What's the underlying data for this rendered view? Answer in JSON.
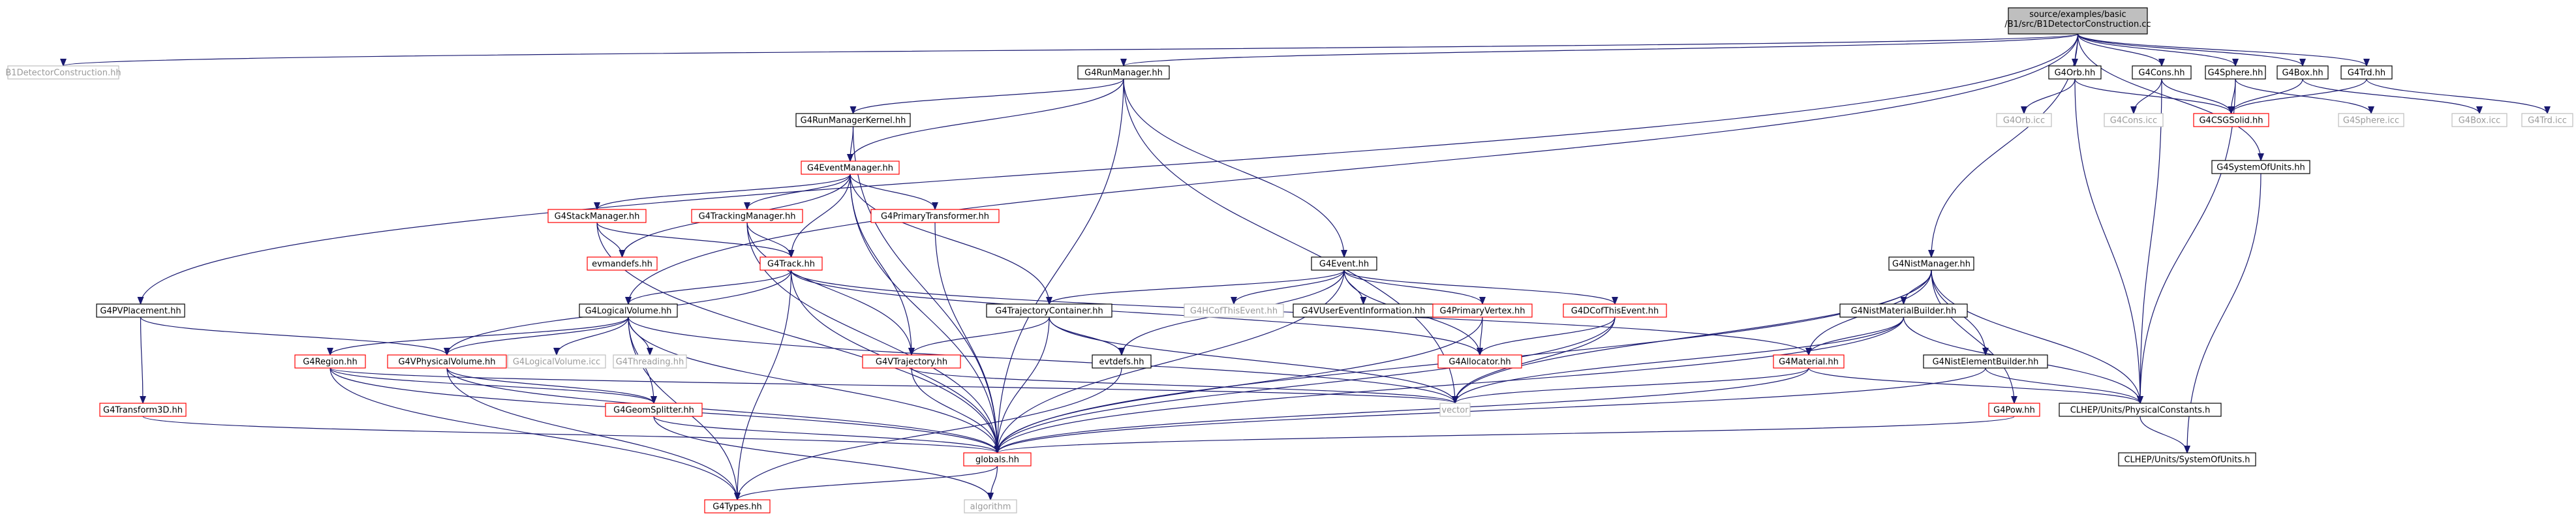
{
  "diagram": {
    "nodes": [
      {
        "id": "root",
        "label1": "source/examples/basic",
        "label2": "/B1/src/B1DetectorConstruction.cc",
        "kind": "root"
      },
      {
        "id": "b1dc",
        "label1": "B1DetectorConstruction.hh",
        "kind": "plain"
      },
      {
        "id": "runmgr",
        "label1": "G4RunManager.hh",
        "kind": "doc"
      },
      {
        "id": "orb",
        "label1": "G4Orb.hh",
        "kind": "doc"
      },
      {
        "id": "cons",
        "label1": "G4Cons.hh",
        "kind": "doc"
      },
      {
        "id": "sphere",
        "label1": "G4Sphere.hh",
        "kind": "doc"
      },
      {
        "id": "box",
        "label1": "G4Box.hh",
        "kind": "doc"
      },
      {
        "id": "trd",
        "label1": "G4Trd.hh",
        "kind": "doc"
      },
      {
        "id": "orbicc",
        "label1": "G4Orb.icc",
        "kind": "plain"
      },
      {
        "id": "consicc",
        "label1": "G4Cons.icc",
        "kind": "plain"
      },
      {
        "id": "csgsolid",
        "label1": "G4CSGSolid.hh",
        "kind": "red"
      },
      {
        "id": "sphereicc",
        "label1": "G4Sphere.icc",
        "kind": "plain"
      },
      {
        "id": "boxicc",
        "label1": "G4Box.icc",
        "kind": "plain"
      },
      {
        "id": "trdicc",
        "label1": "G4Trd.icc",
        "kind": "plain"
      },
      {
        "id": "sysunits",
        "label1": "G4SystemOfUnits.hh",
        "kind": "doc"
      },
      {
        "id": "runkernel",
        "label1": "G4RunManagerKernel.hh",
        "kind": "doc"
      },
      {
        "id": "evmgr",
        "label1": "G4EventManager.hh",
        "kind": "red"
      },
      {
        "id": "stackmgr",
        "label1": "G4StackManager.hh",
        "kind": "red"
      },
      {
        "id": "trackmgr",
        "label1": "G4TrackingManager.hh",
        "kind": "red"
      },
      {
        "id": "primtrans",
        "label1": "G4PrimaryTransformer.hh",
        "kind": "red"
      },
      {
        "id": "evmandefs",
        "label1": "evmandefs.hh",
        "kind": "red"
      },
      {
        "id": "track",
        "label1": "G4Track.hh",
        "kind": "red"
      },
      {
        "id": "event",
        "label1": "G4Event.hh",
        "kind": "doc"
      },
      {
        "id": "trajcont",
        "label1": "G4TrajectoryContainer.hh",
        "kind": "doc"
      },
      {
        "id": "hcof",
        "label1": "G4HCofThisEvent.hh",
        "kind": "plain"
      },
      {
        "id": "vuser",
        "label1": "G4VUserEventInformation.hh",
        "kind": "doc"
      },
      {
        "id": "primvertex",
        "label1": "G4PrimaryVertex.hh",
        "kind": "red"
      },
      {
        "id": "dcof",
        "label1": "G4DCofThisEvent.hh",
        "kind": "red"
      },
      {
        "id": "nistmgr",
        "label1": "G4NistManager.hh",
        "kind": "doc"
      },
      {
        "id": "nistmatb",
        "label1": "G4NistMaterialBuilder.hh",
        "kind": "doc"
      },
      {
        "id": "nistelemb",
        "label1": "G4NistElementBuilder.hh",
        "kind": "doc"
      },
      {
        "id": "pvplacement",
        "label1": "G4PVPlacement.hh",
        "kind": "doc"
      },
      {
        "id": "logvol",
        "label1": "G4LogicalVolume.hh",
        "kind": "doc"
      },
      {
        "id": "region",
        "label1": "G4Region.hh",
        "kind": "red"
      },
      {
        "id": "vphys",
        "label1": "G4VPhysicalVolume.hh",
        "kind": "red"
      },
      {
        "id": "logvolicc",
        "label1": "G4LogicalVolume.icc",
        "kind": "plain"
      },
      {
        "id": "threading",
        "label1": "G4Threading.hh",
        "kind": "plain"
      },
      {
        "id": "vtraj",
        "label1": "G4VTrajectory.hh",
        "kind": "red"
      },
      {
        "id": "evtdefs",
        "label1": "evtdefs.hh",
        "kind": "doc"
      },
      {
        "id": "allocator",
        "label1": "G4Allocator.hh",
        "kind": "red"
      },
      {
        "id": "material",
        "label1": "G4Material.hh",
        "kind": "red"
      },
      {
        "id": "transform3d",
        "label1": "G4Transform3D.hh",
        "kind": "red"
      },
      {
        "id": "geomsplit",
        "label1": "G4GeomSplitter.hh",
        "kind": "red"
      },
      {
        "id": "vector",
        "label1": "vector",
        "kind": "plain"
      },
      {
        "id": "pow",
        "label1": "G4Pow.hh",
        "kind": "red"
      },
      {
        "id": "physconst",
        "label1": "CLHEP/Units/PhysicalConstants.h",
        "kind": "doc"
      },
      {
        "id": "globals",
        "label1": "globals.hh",
        "kind": "red"
      },
      {
        "id": "sysunitsh",
        "label1": "CLHEP/Units/SystemOfUnits.h",
        "kind": "doc"
      },
      {
        "id": "types",
        "label1": "G4Types.hh",
        "kind": "red"
      },
      {
        "id": "algorithm",
        "label1": "algorithm",
        "kind": "plain"
      }
    ]
  },
  "colors": {
    "edge": "#191970",
    "root_fill": "#bfbfbf",
    "doc_border": "#000000",
    "red_border": "#ff0000",
    "plain_border": "#bfbfbf",
    "plain_text": "#9a9a9a",
    "text": "#000000"
  }
}
